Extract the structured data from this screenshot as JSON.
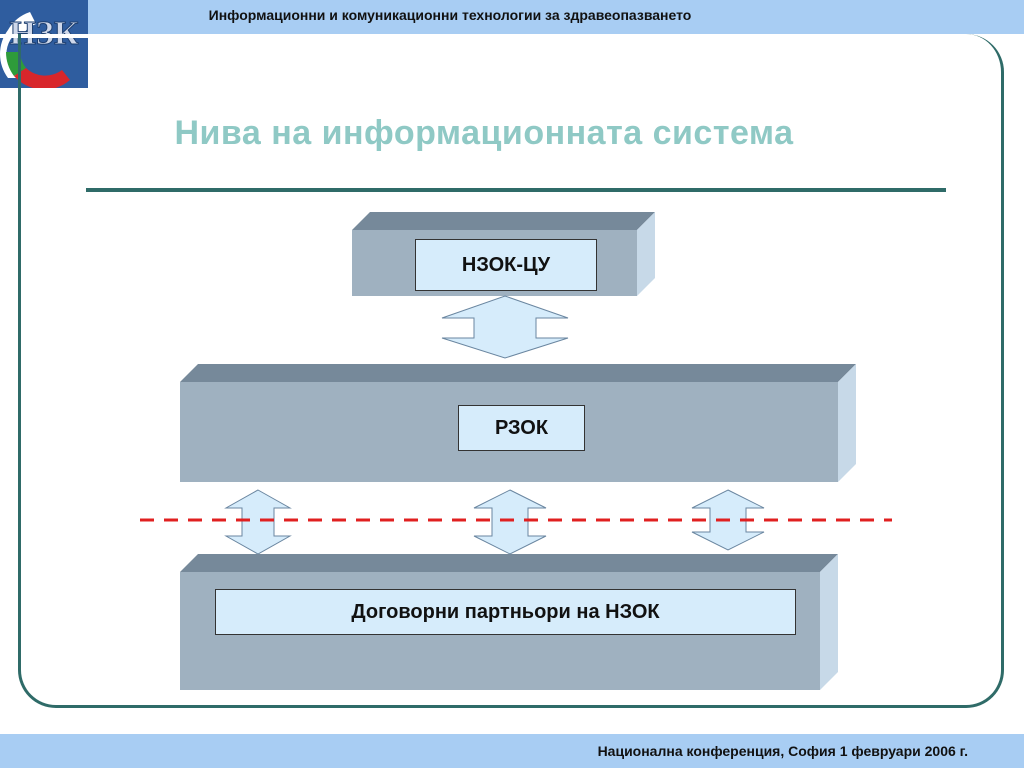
{
  "header": {
    "title": "Информационни и комуникационни технологии за здравеопазването",
    "logo_letters": "НЗК"
  },
  "slide": {
    "title": "Нива на информационната система"
  },
  "diagram": {
    "levels": [
      {
        "label": "НЗОК-ЦУ"
      },
      {
        "label": "РЗОК"
      },
      {
        "label": "Договорни партньори на НЗОК"
      }
    ]
  },
  "footer": {
    "text": "Национална конференция, София 1 февруари 2006 г."
  },
  "colors": {
    "band": "#a8cdf3",
    "frame": "#2f6b68",
    "title": "#8fc9c5",
    "block_front": "#9fb1c0",
    "block_top": "#76899a",
    "block_side": "#c7d9e8",
    "arrow_fill": "#d6ecfb",
    "dash": "#e02020",
    "logo_bg": "#2f5d9f"
  }
}
